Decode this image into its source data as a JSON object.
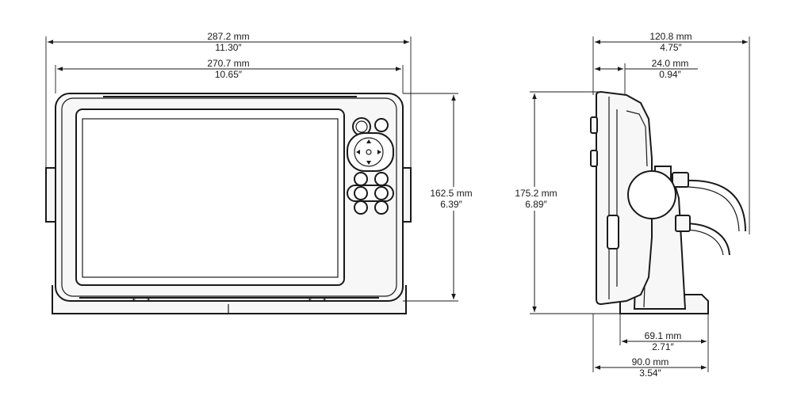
{
  "dimensions": {
    "front_overall_width": {
      "mm": "287.2 mm",
      "in": "11.30″"
    },
    "front_body_width": {
      "mm": "270.7 mm",
      "in": "10.65″"
    },
    "front_height": {
      "mm": "162.5 mm",
      "in": "6.39″"
    },
    "side_overall_depth": {
      "mm": "120.8 mm",
      "in": "4.75″"
    },
    "side_display_depth": {
      "mm": "24.0 mm",
      "in": "0.94″"
    },
    "side_overall_height": {
      "mm": "175.2 mm",
      "in": "6.89″"
    },
    "side_bracket_depth": {
      "mm": "69.1 mm",
      "in": "2.71″"
    },
    "side_base_depth": {
      "mm": "90.0 mm",
      "in": "3.54″"
    }
  }
}
